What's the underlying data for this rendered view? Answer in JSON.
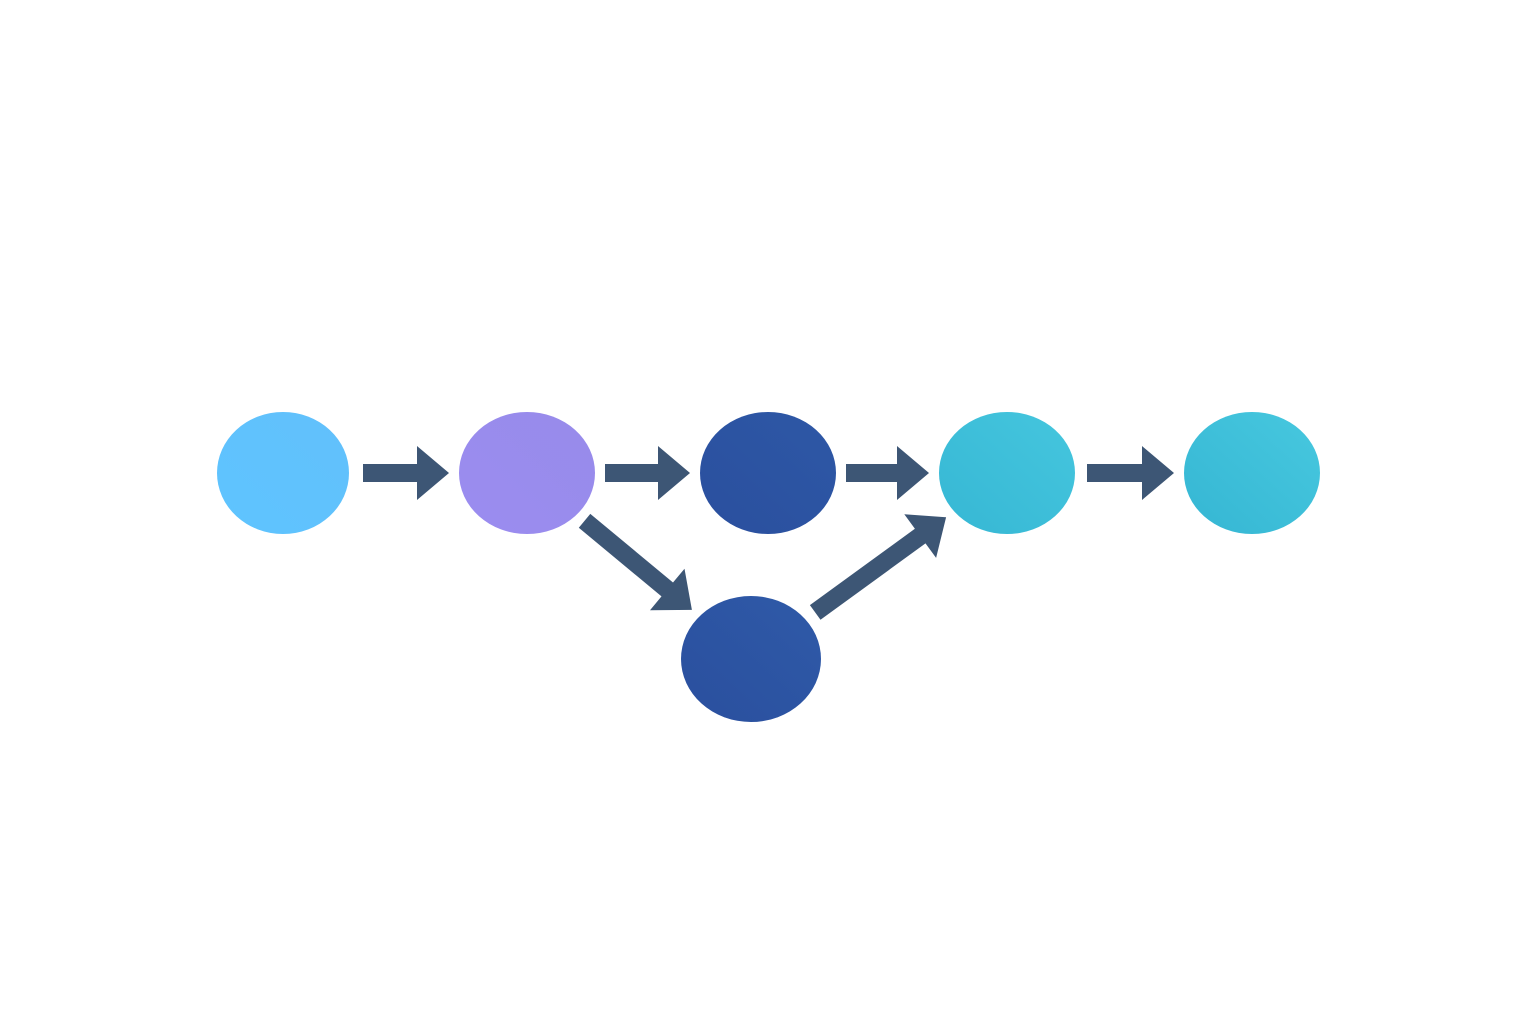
{
  "diagram": {
    "background": "#ffffff",
    "arrow_color": "#3d5675",
    "nodes": [
      {
        "id": "n1",
        "color_a": "#5ec4ff",
        "color_b": "#62c0fb"
      },
      {
        "id": "n2",
        "color_a": "#9b8cf0",
        "color_b": "#978bea"
      },
      {
        "id": "n3",
        "color_a": "#2a4f9e",
        "color_b": "#2e58a6"
      },
      {
        "id": "n4",
        "color_a": "#36b7d4",
        "color_b": "#45c6de"
      },
      {
        "id": "n5",
        "color_a": "#35b6d3",
        "color_b": "#47c8df"
      },
      {
        "id": "n6",
        "color_a": "#2a4f9e",
        "color_b": "#2f5aa8"
      }
    ],
    "edges": [
      {
        "from": "n1",
        "to": "n2"
      },
      {
        "from": "n2",
        "to": "n3"
      },
      {
        "from": "n3",
        "to": "n4"
      },
      {
        "from": "n4",
        "to": "n5"
      },
      {
        "from": "n2",
        "to": "n6"
      },
      {
        "from": "n6",
        "to": "n4"
      }
    ]
  }
}
